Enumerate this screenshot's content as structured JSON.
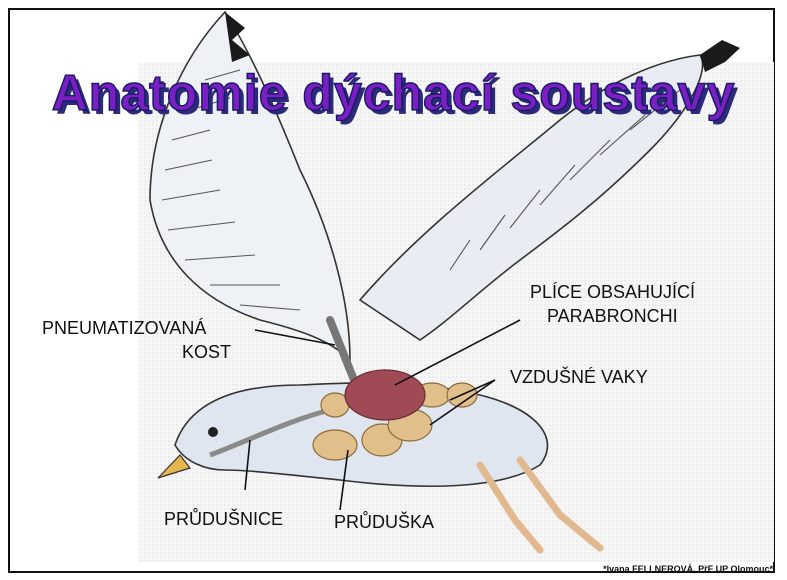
{
  "title": "Anatomie dýchací soustavy",
  "labels": {
    "pneumatized_bone_line1": "PNEUMATIZOVANÁ",
    "pneumatized_bone_line2": "KOST",
    "lungs_line1": "PLÍCE  OBSAHUJÍCÍ",
    "lungs_line2": "PARABRONCHI",
    "air_sacs": "VZDUŠNÉ VAKY",
    "trachea": "PRŮDUŠNICE",
    "bronchus": "PRŮDUŠKA"
  },
  "credit": "*Ivana FELLNEROVÁ, PřF UP Olomouc*",
  "colors": {
    "title_fill": "#7a1fc4",
    "title_outline": "#1a1a66",
    "bird_body": "#dfe6ef",
    "air_sacs": "#e0bf8a",
    "lungs": "#a04a55",
    "legs": "#e2b98f"
  }
}
